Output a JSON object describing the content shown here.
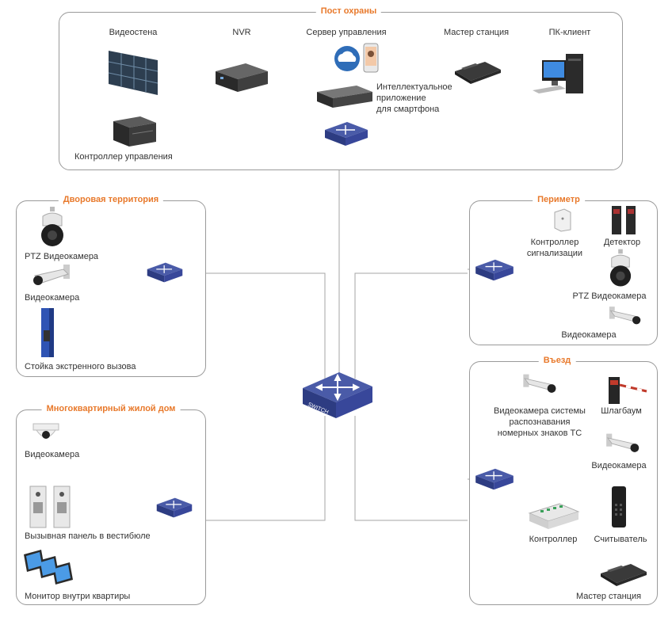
{
  "groups": {
    "guard_post": {
      "title": "Пост охраны",
      "devices": {
        "video_wall": "Видеостена",
        "nvr": "NVR",
        "mgmt_server": "Сервер управления",
        "master_station": "Мастер станция",
        "pc_client": "ПК-клиент",
        "smart_app": "Интеллектуальное\nприложение\nдля смартфона",
        "control_controller": "Контроллер управления"
      }
    },
    "yard": {
      "title": "Дворовая территория",
      "devices": {
        "ptz_camera": "PTZ Видеокамера",
        "camera": "Видеокамера",
        "emergency_post": "Стойка экстренного вызова"
      }
    },
    "apartment": {
      "title": "Многоквартирный жилой дом",
      "devices": {
        "camera": "Видеокамера",
        "lobby_panel": "Вызывная панель в вестибюле",
        "indoor_monitor": "Монитор внутри квартиры"
      }
    },
    "perimeter": {
      "title": "Периметр",
      "devices": {
        "alarm_controller": "Контроллер\nсигнализации",
        "detector": "Детектор",
        "ptz_camera": "PTZ Видеокамера",
        "camera": "Видеокамера"
      }
    },
    "exit": {
      "title": "Въезд",
      "devices": {
        "anpr_camera": "Видеокамера системы\nраспознавания\nномерных знаков ТС",
        "barrier": "Шлагбаум",
        "camera": "Видеокамера",
        "controller": "Контроллер",
        "reader": "Считыватель",
        "master_station": "Мастер станция"
      }
    }
  },
  "core_switch": {
    "label": "SWITCH"
  },
  "colors": {
    "accent": "#e8792b",
    "switch": "#3b4fa0",
    "border": "#9a9a9a"
  }
}
